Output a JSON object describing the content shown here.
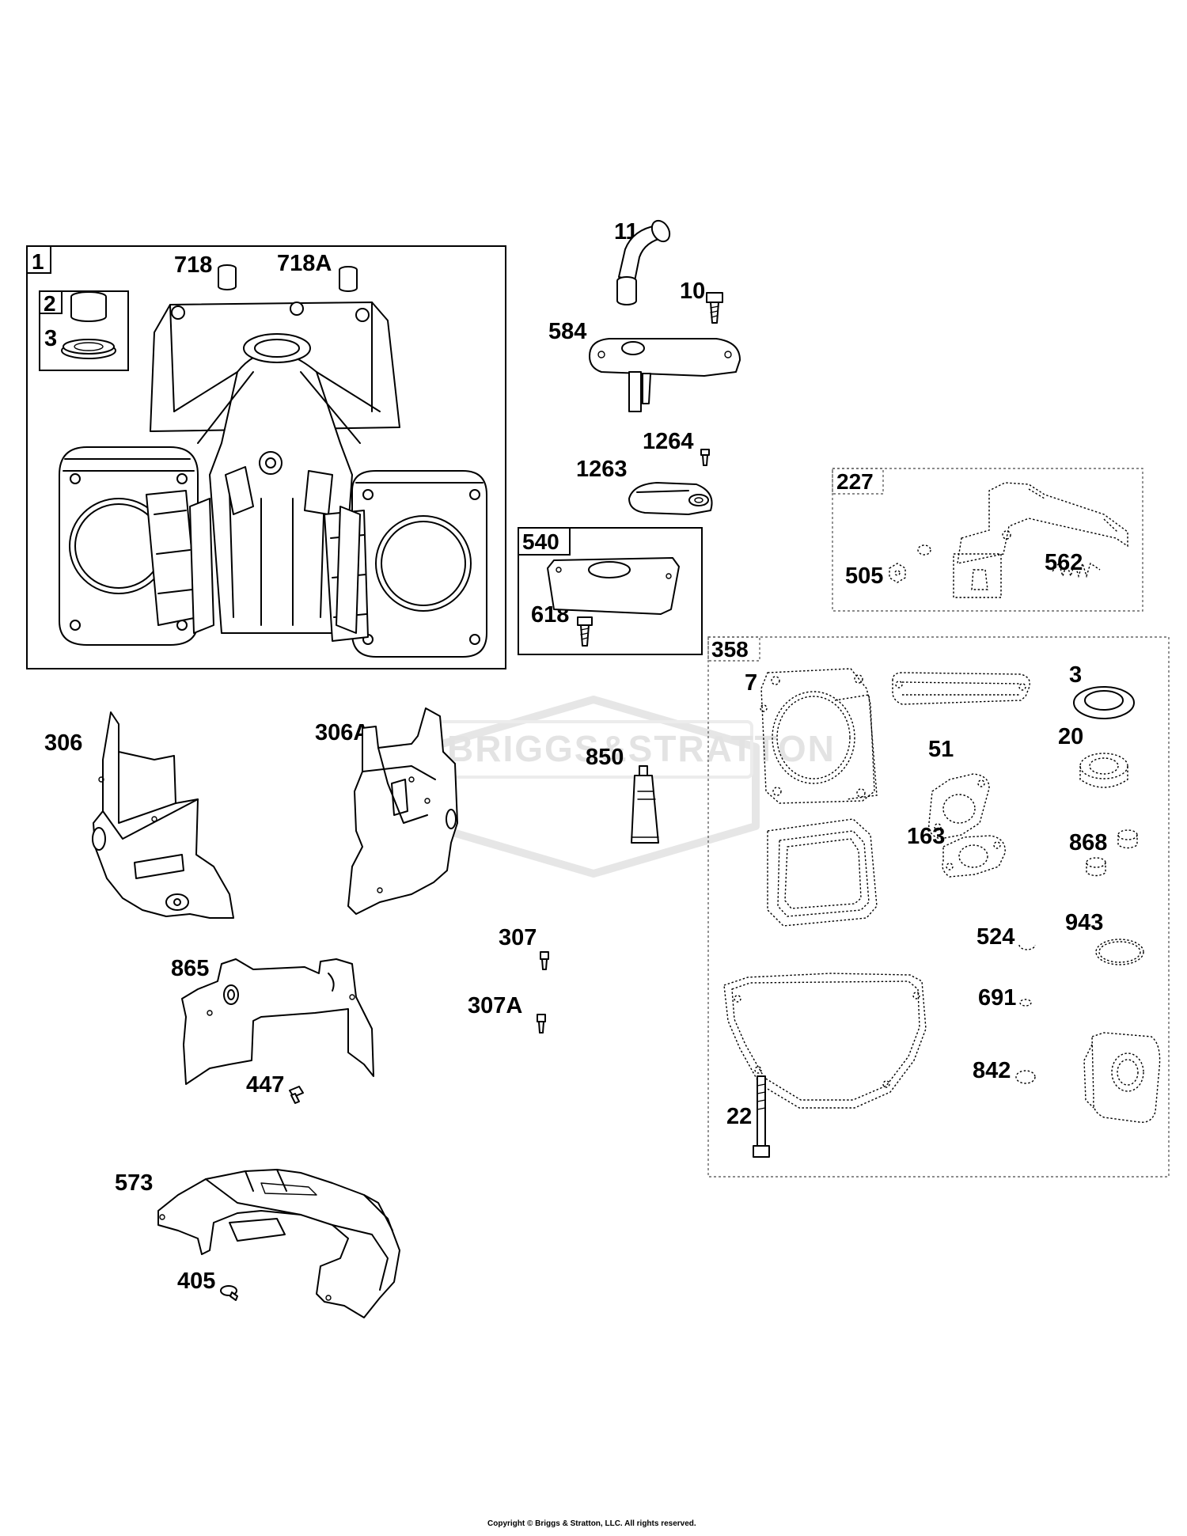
{
  "watermark": {
    "text": "BRIGGS&STRATTON"
  },
  "labels": {
    "p1": "1",
    "p2": "2",
    "p3": "3",
    "p718": "718",
    "p718a": "718A",
    "p11": "11",
    "p10": "10",
    "p584": "584",
    "p1264": "1264",
    "p1263": "1263",
    "p540": "540",
    "p618": "618",
    "p227": "227",
    "p505": "505",
    "p562": "562",
    "p358": "358",
    "p7": "7",
    "p3b": "3",
    "p20": "20",
    "p51": "51",
    "p163": "163",
    "p868": "868",
    "p524": "524",
    "p943": "943",
    "p691": "691",
    "p842": "842",
    "p22": "22",
    "p306": "306",
    "p306a": "306A",
    "p850": "850",
    "p307": "307",
    "p307a": "307A",
    "p865": "865",
    "p447": "447",
    "p573": "573",
    "p405": "405"
  },
  "copyright": "Copyright © Briggs & Stratton, LLC. All rights reserved."
}
